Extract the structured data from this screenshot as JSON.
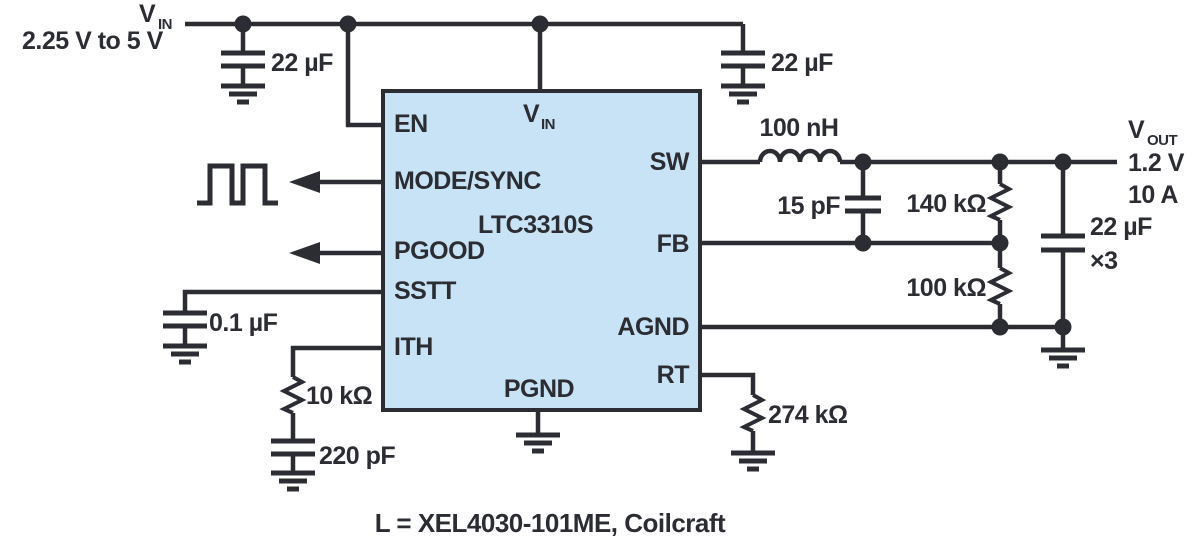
{
  "colors": {
    "ink": "#2b2d33",
    "ic_fill": "#c8e3f6",
    "background": "#ffffff"
  },
  "source": {
    "v_label": "V",
    "v_sub": "IN",
    "range": "2.25 V to 5 V"
  },
  "input_caps": {
    "cap1": "22 µF",
    "cap2": "22 µF"
  },
  "ic": {
    "name": "LTC3310S",
    "pins": {
      "en": "EN",
      "mode_sync": "MODE/SYNC",
      "pgood": "PGOOD",
      "sstt": "SSTT",
      "ith": "ITH",
      "vin_main": "V",
      "vin_sub": "IN",
      "sw": "SW",
      "fb": "FB",
      "agnd": "AGND",
      "rt": "RT",
      "pgnd": "PGND"
    }
  },
  "output": {
    "inductor": "100 nH",
    "ff_cap": "15 pF",
    "r_top": "140 kΩ",
    "r_bottom": "100 kΩ",
    "out_cap": "22 µF",
    "out_cap_mult": "×3",
    "v_label": "V",
    "v_sub": "OUT",
    "voltage": "1.2 V",
    "current": "10 A"
  },
  "left_components": {
    "ss_cap": "0.1 µF",
    "ith_resistor": "10 kΩ",
    "ith_cap": "220 pF"
  },
  "rt_resistor": "274 kΩ",
  "caption": "L = XEL4030-101ME, Coilcraft"
}
